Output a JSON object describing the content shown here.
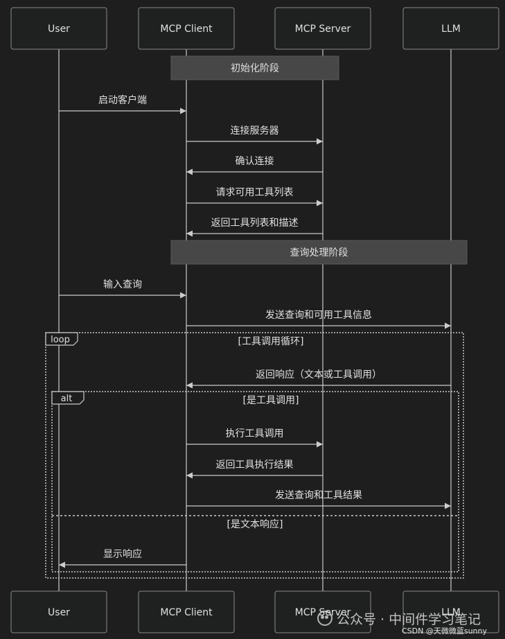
{
  "colors": {
    "background": "#1e1e1f",
    "box_fill": "#1f2020",
    "box_stroke": "#8a8a8a",
    "line": "#cccccc",
    "note_fill": "#474747",
    "text": "#e0e0e0"
  },
  "participants": [
    {
      "id": "user",
      "label": "User"
    },
    {
      "id": "client",
      "label": "MCP Client"
    },
    {
      "id": "server",
      "label": "MCP Server"
    },
    {
      "id": "llm",
      "label": "LLM"
    }
  ],
  "notes": [
    {
      "label": "初始化阶段",
      "from": "client",
      "to": "server"
    },
    {
      "label": "查询处理阶段",
      "from": "client",
      "to": "llm"
    }
  ],
  "messages": [
    {
      "label": "启动客户端",
      "from": "user",
      "to": "client"
    },
    {
      "label": "连接服务器",
      "from": "client",
      "to": "server"
    },
    {
      "label": "确认连接",
      "from": "server",
      "to": "client"
    },
    {
      "label": "请求可用工具列表",
      "from": "client",
      "to": "server"
    },
    {
      "label": "返回工具列表和描述",
      "from": "server",
      "to": "client"
    },
    {
      "label": "输入查询",
      "from": "user",
      "to": "client"
    },
    {
      "label": "发送查询和可用工具信息",
      "from": "client",
      "to": "llm"
    },
    {
      "label": "返回响应（文本或工具调用）",
      "from": "llm",
      "to": "client"
    },
    {
      "label": "执行工具调用",
      "from": "client",
      "to": "server"
    },
    {
      "label": "返回工具执行结果",
      "from": "server",
      "to": "client"
    },
    {
      "label": "发送查询和工具结果",
      "from": "client",
      "to": "llm"
    },
    {
      "label": "显示响应",
      "from": "client",
      "to": "user"
    }
  ],
  "fragments": [
    {
      "keyword": "loop",
      "condition": "[工具调用循环]"
    },
    {
      "keyword": "alt",
      "condition": "[是工具调用]",
      "else_condition": "[是文本响应]"
    }
  ],
  "watermark": {
    "text": "公众号 · 中间件学习笔记",
    "icon": "wechat-icon",
    "credit": "CSDN @天微微蓝sunny"
  }
}
